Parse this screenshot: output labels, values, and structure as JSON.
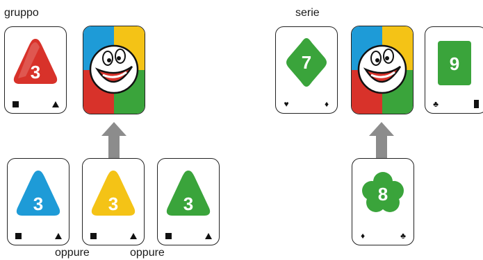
{
  "labels": {
    "group": "gruppo",
    "series": "serie",
    "or_1": "oppure",
    "or_2": "oppure"
  },
  "colors": {
    "red": "#d8322a",
    "blue": "#1e9bd7",
    "yellow": "#f4c316",
    "green": "#3aa43b",
    "arrow": "#8c8c8c"
  },
  "cards": {
    "group_top": {
      "value": "3",
      "shape": "triangle",
      "color": "red",
      "corner_left": "square-icon",
      "corner_right": "triangle-icon"
    },
    "group_alt_1": {
      "value": "3",
      "shape": "triangle",
      "color": "blue",
      "corner_left": "square-icon",
      "corner_right": "triangle-icon"
    },
    "group_alt_2": {
      "value": "3",
      "shape": "triangle",
      "color": "yellow",
      "corner_left": "square-icon",
      "corner_right": "triangle-icon"
    },
    "group_alt_3": {
      "value": "3",
      "shape": "triangle",
      "color": "green",
      "corner_left": "square-icon",
      "corner_right": "triangle-icon"
    },
    "series_left": {
      "value": "7",
      "shape": "diamond",
      "color": "green",
      "corner_left": "heart-icon",
      "corner_right": "diamond-icon"
    },
    "series_right": {
      "value": "9",
      "shape": "rectangle",
      "color": "green",
      "corner_left": "club-icon",
      "corner_right": "rectangle-icon"
    },
    "series_replacement": {
      "value": "8",
      "shape": "flower",
      "color": "green",
      "corner_left": "diamond-icon",
      "corner_right": "club-icon"
    }
  },
  "jokers": [
    "joker-card",
    "joker-card"
  ]
}
